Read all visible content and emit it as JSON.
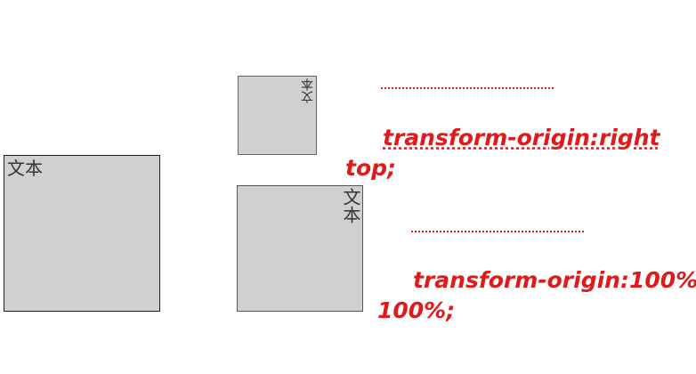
{
  "boxes": {
    "original_label": "文本",
    "small_label": "文本",
    "medium_label": "文本"
  },
  "annotations": {
    "note1_line1": "transform-origin:right",
    "note1_line2": "top;",
    "note2_line1": "transform-origin:100%",
    "note2_line2": "100%;"
  },
  "colors": {
    "box_fill": "#d0d0d0",
    "annotation_red": "#e01a1a"
  }
}
